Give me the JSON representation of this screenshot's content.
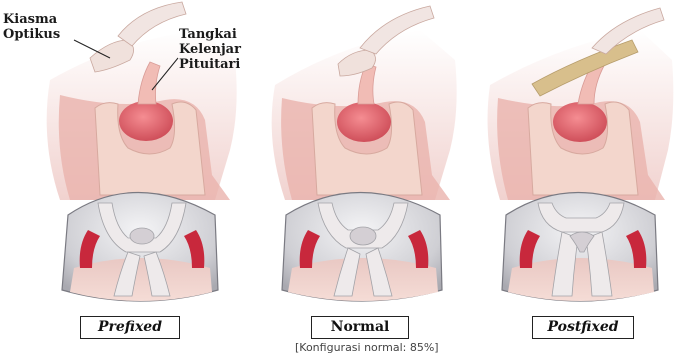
{
  "labels": {
    "chiasm": [
      "Kiasma",
      "Optikus"
    ],
    "stalk": [
      "Tangkai",
      "Kelenjar",
      "Pituitari"
    ]
  },
  "panels": [
    {
      "id": "prefixed",
      "caption": "Prefixed",
      "italic": true
    },
    {
      "id": "normal",
      "caption": "Normal",
      "italic": false
    },
    {
      "id": "postfixed",
      "caption": "Postfixed",
      "italic": true
    }
  ],
  "note": "[Konfigurasi normal: 85%]",
  "colors": {
    "tissue_pink": "#e9b8b3",
    "gland_red": "#e0616a",
    "bone": "#f0cfc5",
    "artery": "#c8283c",
    "nerve": "#eeeaeb",
    "dome": "#d8d8dc"
  }
}
